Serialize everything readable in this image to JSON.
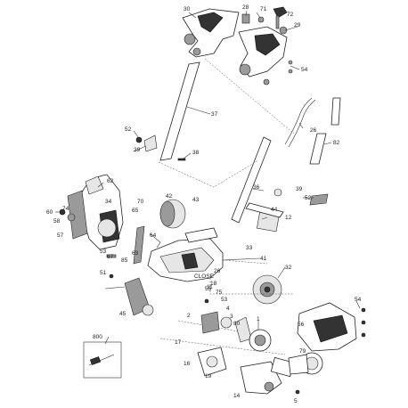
{
  "diagram": {
    "callouts": [
      "30",
      "28",
      "71",
      "72",
      "29",
      "54",
      "37",
      "38",
      "39",
      "52",
      "62",
      "26",
      "82",
      "60",
      "58",
      "74",
      "34",
      "57",
      "70",
      "65",
      "42",
      "43",
      "36",
      "39",
      "52",
      "44",
      "12",
      "33",
      "64",
      "63",
      "53",
      "67",
      "85",
      "41",
      "51",
      "26",
      "11",
      "75",
      "18",
      "32",
      "45",
      "55",
      "53",
      "4",
      "80",
      "3",
      "1",
      "2",
      "79",
      "54",
      "56",
      "17",
      "16",
      "14",
      "19",
      "5",
      "800"
    ],
    "shared_label": "CLOSE"
  }
}
